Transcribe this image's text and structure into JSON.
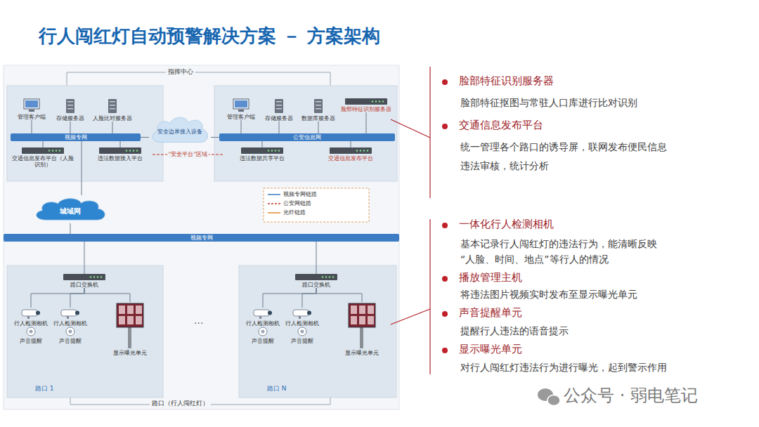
{
  "diagram": {
    "title": "行人闯红灯自动预警解决方案 － 方案架构",
    "nodes": [
      {
        "text": [
          "视频专网"
        ]
      },
      {
        "text": [
          "管理客户端"
        ]
      },
      {
        "text": [
          "存储服务器"
        ]
      },
      {
        "text": [
          "人脸比对服务器"
        ]
      },
      {
        "text": [
          "交通信息发布平台（人脸识别）"
        ]
      },
      {
        "text": [
          "违法数据接入平台"
        ]
      },
      {
        "text": [
          "安全边界接入设备"
        ]
      },
      {
        "text": [
          "公安信息网"
        ]
      },
      {
        "text": [
          "管理客户端"
        ]
      },
      {
        "text": [
          "存储服务器"
        ]
      },
      {
        "text": [
          "数据库服务器"
        ]
      },
      {
        "text": [
          "脸部特征识别服务器"
        ]
      },
      {
        "text": [
          "违法数据共享平台"
        ]
      },
      {
        "text": [
          "交通信息发布平台"
        ]
      },
      {
        "text": [
          "城域网"
        ]
      },
      {
        "text": [
          "视频专网"
        ]
      },
      {
        "text": [
          "路口 1"
        ]
      },
      {
        "text": [
          "路口交换机"
        ],
        "in": 16
      },
      {
        "text": [
          "行人检测相机",
          "声音提醒"
        ],
        "in": 16
      },
      {
        "text": [
          "行人检测相机",
          "声音提醒"
        ],
        "in": 16
      },
      {
        "text": [
          "显示曝光单元"
        ],
        "in": 16
      },
      {
        "text": [
          "路口 N"
        ]
      },
      {
        "text": [
          "路口交换机"
        ],
        "in": 21
      },
      {
        "text": [
          "行人检测相机",
          "声音提醒"
        ],
        "in": 21
      },
      {
        "text": [
          "行人检测相机",
          "声音提醒"
        ],
        "in": 21
      },
      {
        "text": [
          "显示曝光单元"
        ],
        "in": 21
      }
    ],
    "edges": [
      {
        "from": 1,
        "to": 0,
        "arrow": "none"
      },
      {
        "from": 2,
        "to": 0,
        "arrow": "none"
      },
      {
        "from": 3,
        "to": 0,
        "arrow": "none"
      },
      {
        "from": 0,
        "to": 4,
        "arrow": "none"
      },
      {
        "from": 0,
        "to": 5,
        "arrow": "none"
      },
      {
        "from": 0,
        "to": 6,
        "arrow": "none"
      },
      {
        "from": 6,
        "to": 7,
        "arrow": "none"
      },
      {
        "from": 8,
        "to": 7,
        "arrow": "none"
      },
      {
        "from": 9,
        "to": 7,
        "arrow": "none"
      },
      {
        "from": 10,
        "to": 7,
        "arrow": "none"
      },
      {
        "from": 11,
        "to": 7,
        "arrow": "none"
      },
      {
        "from": 7,
        "to": 12,
        "arrow": "none"
      },
      {
        "from": 7,
        "to": 13,
        "arrow": "none"
      },
      {
        "from": 5,
        "to": 12,
        "label": "“安全平台”区域",
        "arrow": "none"
      },
      {
        "from": 0,
        "to": 14,
        "arrow": "none"
      },
      {
        "from": 14,
        "to": 15,
        "arrow": "none"
      },
      {
        "from": 15,
        "to": 17,
        "arrow": "none"
      },
      {
        "from": 17,
        "to": 18,
        "arrow": "none"
      },
      {
        "from": 17,
        "to": 19,
        "arrow": "none"
      },
      {
        "from": 17,
        "to": 20,
        "arrow": "none"
      },
      {
        "from": 15,
        "to": 22,
        "arrow": "none"
      },
      {
        "from": 22,
        "to": 23,
        "arrow": "none"
      },
      {
        "from": 22,
        "to": 24,
        "arrow": "none"
      },
      {
        "from": 22,
        "to": 25,
        "arrow": "none"
      }
    ],
    "labels": [
      "指挥中心",
      "···",
      "路口（行人闯红灯）",
      "脸部特征识别服务器",
      "脸部特征抠图与常驻人口库进行比对识别",
      "交通信息发布平台",
      "统一管理各个路口的诱导屏，联网发布便民信息",
      "违法审核，统计分析",
      "一体化行人检测相机",
      "基本记录行人闯红灯的违法行为，能清晰反映 “人脸、时间、地点”等行人的情况",
      "播放管理主机",
      "将违法图片视频实时发布至显示曝光单元",
      "声音提醒单元",
      "提醒行人违法的语音提示",
      "显示曝光单元",
      "对行人闯红灯违法行为进行曝光，起到警示作用",
      "公众号 · 弱电笔记"
    ],
    "legend": [
      {
        "text": "视频专网链路"
      },
      {
        "text": "公安网链路"
      },
      {
        "text": "光纤链路"
      }
    ]
  }
}
